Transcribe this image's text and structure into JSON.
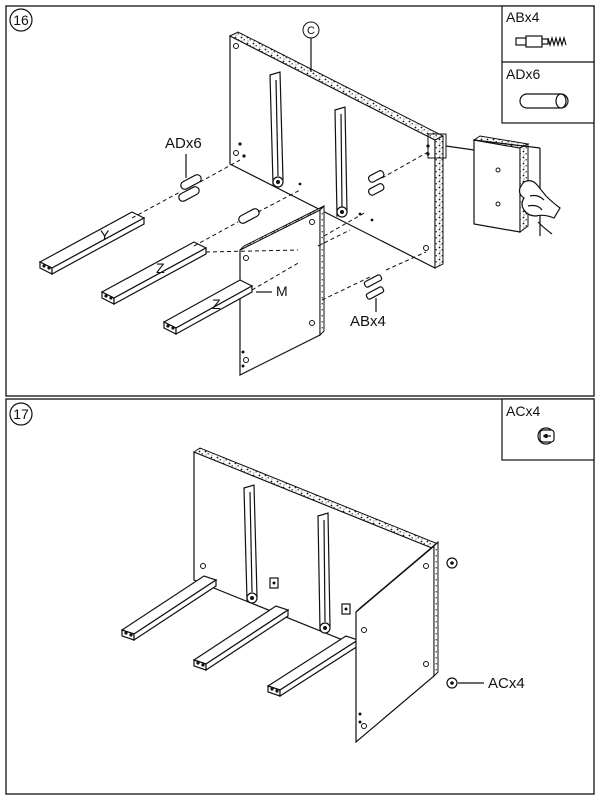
{
  "step16": {
    "number": "16",
    "part_c_label": "C",
    "callout_adx6": "ADx6",
    "callout_abx4": "ABx4",
    "label_y": "Y",
    "label_z_top": "Z",
    "label_z_bottom": "Z",
    "label_m": "M",
    "parts_box": [
      {
        "label": "ABx4",
        "icon": "cam-bolt-icon"
      },
      {
        "label": "ADx6",
        "icon": "wood-dowel-icon"
      }
    ]
  },
  "step17": {
    "number": "17",
    "callout_acx4": "ACx4",
    "parts_box": [
      {
        "label": "ACx4",
        "icon": "cam-lock-icon"
      }
    ]
  }
}
